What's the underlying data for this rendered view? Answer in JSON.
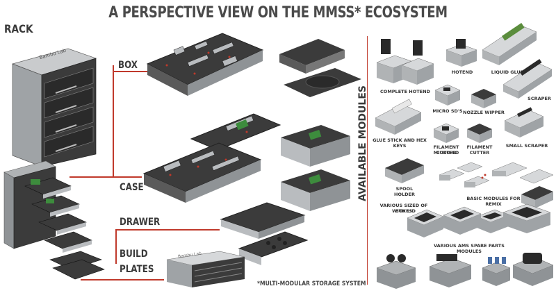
{
  "title": "A PERSPECTIVE VIEW ON THE MMSS* ECOSYSTEM",
  "footnote": "*MULTI-MODULAR STORAGE SYSTEM",
  "sections": {
    "rack": "RACK",
    "box": "BOX",
    "case": "CASE",
    "drawer": "DRAWER",
    "build_plates_line1": "BUILD",
    "build_plates_line2": "PLATES"
  },
  "brand": "Bambu Lab",
  "available_modules_label": "AVAILABLE MODULES",
  "modules": {
    "complete_hotend": "COMPLETE HOTEND",
    "hotend": "HOTEND",
    "liquid_glue": "LIQUID GLUE",
    "micro_sds": "MICRO SD'S",
    "nozzle_wipper": "NOZZLE WIPPER",
    "scraper": "SCRAPER",
    "glue_stick_hex_keys": "GLUE STICK AND HEX KEYS",
    "filament_cutter_micro_sd_line1": "FILAMENT CUTTER",
    "filament_cutter_micro_sd_line2": "MICRO SD",
    "filament_cutter_line1": "FILAMENT",
    "filament_cutter_line2": "CUTTER",
    "small_scraper": "SMALL SCRAPER",
    "spool_holder": "SPOOL HOLDER",
    "basic_modules_remix": "BASIC MODULES FOR REMIX",
    "boxes_with_lid_line1": "VARIOUS SIZED OF BOXES",
    "boxes_with_lid_line2": "WITH LID",
    "ams_spare_parts": "VARIOUS AMS SPARE PARTS MODULES"
  },
  "colors": {
    "accent_line": "#c0392b",
    "dark_body": "#3b3b3b",
    "grey_body": "#b9bcbf",
    "screen_green": "#3d8c3d"
  }
}
